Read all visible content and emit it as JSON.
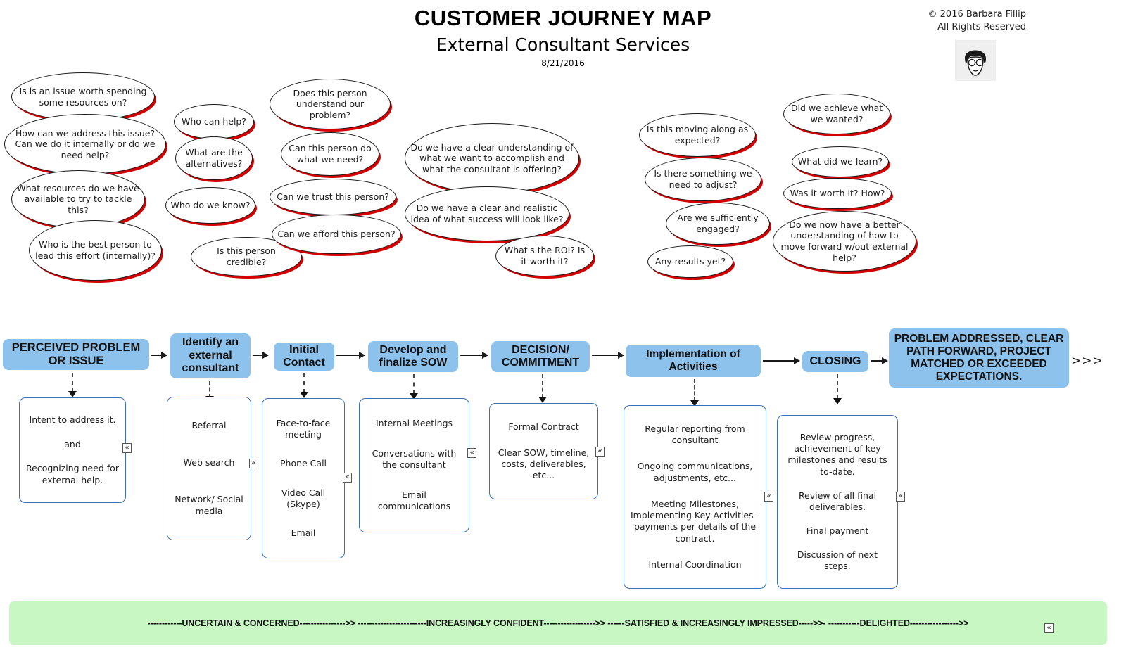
{
  "header": {
    "title": "CUSTOMER JOURNEY MAP",
    "subtitle": "External Consultant Services",
    "date": "8/21/2016",
    "copyright_line1": "© 2016 Barbara Fillip",
    "copyright_line2": "All Rights Reserved",
    "avatar_alt": "author-portrait"
  },
  "colors": {
    "stage_fill": "#8dc2ec",
    "ellipse_shadow": "#d40000",
    "detail_border": "#3b6fb6",
    "emotion_bar": "#c8f7c3"
  },
  "thought_clusters": [
    {
      "name": "perceived-problem-questions",
      "items": [
        "Is is an issue worth spending some resources on?",
        "How can we address this issue?  Can we do it internally or do we need help?",
        "What resources do we have available to try to tackle this?",
        "Who is the best person to lead this effort (internally)?"
      ]
    },
    {
      "name": "identify-consultant-questions",
      "items": [
        "Who can help?",
        "What are the alternatives?",
        "Who do we know?",
        "Is this person credible?"
      ]
    },
    {
      "name": "initial-contact-questions",
      "items": [
        "Does this person understand our problem?",
        "Can this person do what we need?",
        "Can we trust this person?",
        "Can we afford this person?"
      ]
    },
    {
      "name": "sow-decision-questions",
      "items": [
        "Do we have a clear understanding of what we want to accomplish and what the consultant is offering?",
        "Do we have a clear and realistic idea of what success will look like?",
        "What's the ROI? Is it worth it?"
      ]
    },
    {
      "name": "implementation-questions",
      "items": [
        "Is this moving along as expected?",
        "Is there something we need to adjust?",
        "Are we sufficiently engaged?",
        "Any results yet?"
      ]
    },
    {
      "name": "closing-questions",
      "items": [
        "Did we achieve what we wanted?",
        "What did we learn?",
        "Was it worth it? How?",
        "Do we now have a better understanding of how to move forward w/out external help?"
      ]
    }
  ],
  "stages": [
    {
      "id": "perceived-problem",
      "label": "PERCEIVED PROBLEM OR ISSUE"
    },
    {
      "id": "identify-consultant",
      "label": "Identify an external consultant"
    },
    {
      "id": "initial-contact",
      "label": "Initial Contact"
    },
    {
      "id": "develop-sow",
      "label": "Develop and finalize SOW"
    },
    {
      "id": "decision-commitment",
      "label": "DECISION/ COMMITMENT"
    },
    {
      "id": "implementation",
      "label": "Implementation of Activities"
    },
    {
      "id": "closing",
      "label": "CLOSING"
    },
    {
      "id": "outcome",
      "label": "PROBLEM ADDRESSED, CLEAR PATH FORWARD, PROJECT MATCHED OR EXCEEDED EXPECTATIONS."
    }
  ],
  "end_marker": ">>>",
  "details": [
    {
      "id": "detail-perceived-problem",
      "lines": [
        "Intent to address it.",
        "and",
        "Recognizing need for external help."
      ]
    },
    {
      "id": "detail-identify-consultant",
      "lines": [
        "Referral",
        "Web search",
        "Network/ Social media"
      ]
    },
    {
      "id": "detail-initial-contact",
      "lines": [
        "Face-to-face meeting",
        "Phone Call",
        "Video Call (Skype)",
        "Email"
      ]
    },
    {
      "id": "detail-develop-sow",
      "lines": [
        "Internal Meetings",
        "Conversations with the consultant",
        "Email communications"
      ]
    },
    {
      "id": "detail-decision-commitment",
      "lines": [
        "Formal Contract",
        "Clear SOW, timeline, costs, deliverables, etc..."
      ]
    },
    {
      "id": "detail-implementation",
      "lines": [
        "Regular reporting from consultant",
        "Ongoing communications, adjustments, etc...",
        "Meeting Milestones, Implementing Key Activities - payments per details of the contract.",
        "Internal Coordination"
      ]
    },
    {
      "id": "detail-closing",
      "lines": [
        "Review progress, achievement of key milestones and results to-date.",
        "Review of all final deliverables.",
        "Final payment",
        "Discussion of next steps."
      ]
    }
  ],
  "handle_glyph": "«",
  "emotion_bar": {
    "text": "------------UNCERTAIN & CONCERNED---------------->>  ------------------------INCREASINGLY CONFIDENT------------------>>   ------SATISFIED & INCREASINGLY IMPRESSED-----​>>- -----------DELIGHTED----------------->>"
  }
}
